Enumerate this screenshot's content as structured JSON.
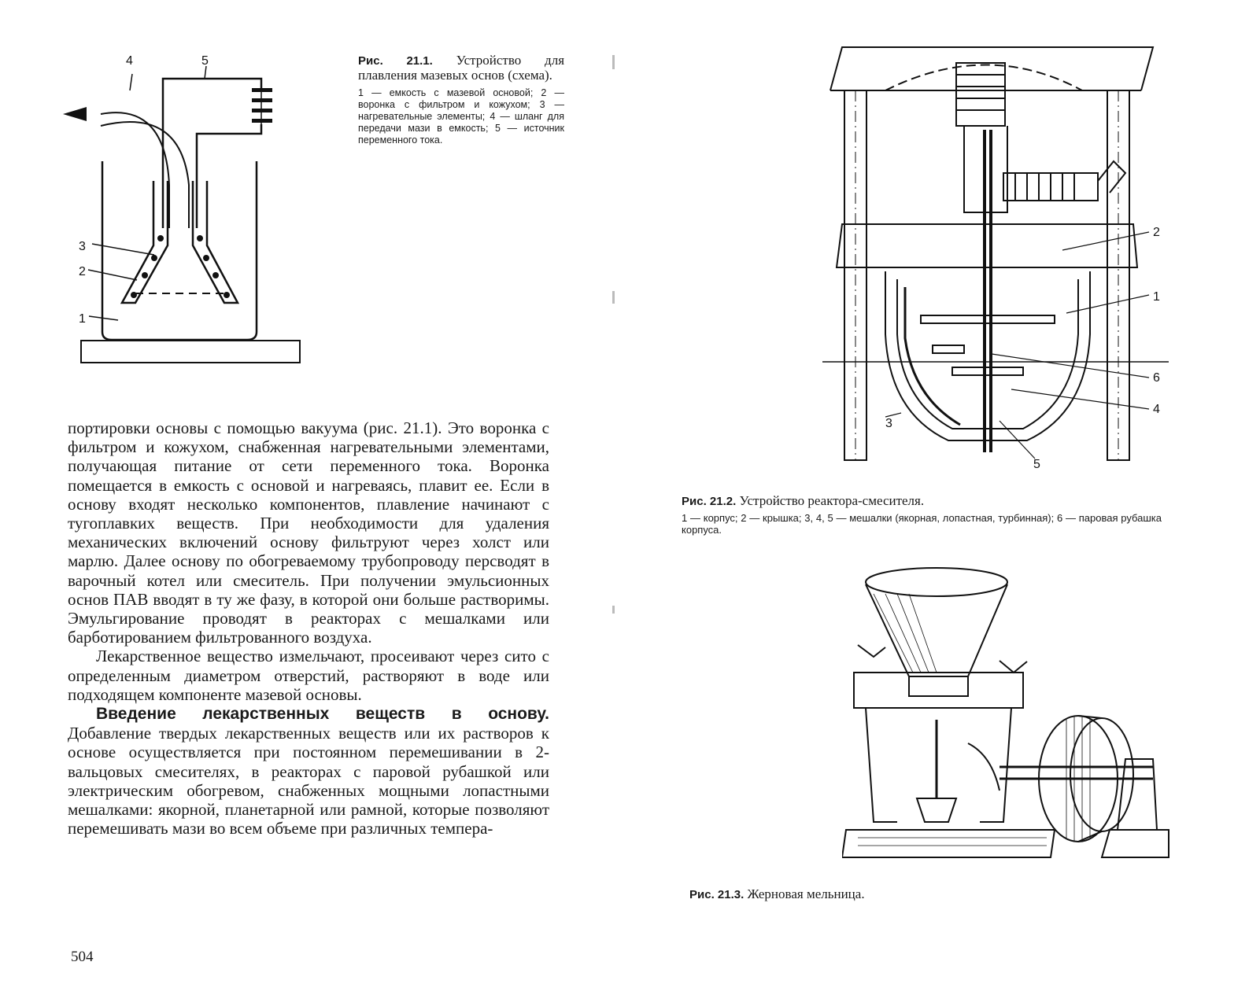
{
  "left_page": {
    "figure_21_1": {
      "labels": [
        "1",
        "2",
        "3",
        "4",
        "5"
      ],
      "caption_prefix": "Рис. 21.1.",
      "caption_title": "Устройство для плавления мазевых основ (схема).",
      "legend": "1 — емкость с мазевой основой; 2 — воронка с фильтром и кожухом; 3 — нагревательные элементы; 4 — шланг для передачи мази в емкость; 5 — источник переменного тока."
    },
    "body": {
      "p1": "портировки основы с помощью вакуума (рис. 21.1). Это воронка с фильтром и кожухом, снабженная нагревательными элементами, получающая питание от сети переменного тока. Воронка помещается в емкость с основой и нагреваясь, плавит ее. Если в основу входят несколько компонентов, плавление начинают с тугоплавких веществ. При необходимости для удаления механических включений основу фильтруют через холст или марлю. Далее основу по обогреваемому трубопроводу персводят в варочный котел или смеситель. При получении эмульсионных основ ПАВ вводят в ту же фазу, в которой они больше растворимы. Эмульгирование проводят в реакторах с мешалками или барботированием фильтрованного воздуха.",
      "p2": "Лекарственное вещество измельчают, просеивают через сито с определенным диаметром отверстий, растворяют в воде или подходящем компоненте мазевой основы.",
      "p3_heading": "Введение лекарственных веществ в основу.",
      "p3_text": " Добавление твердых лекарственных веществ или их растворов к основе осуществляется при постоянном перемешивании в 2-вальцовых смесителях, в реакторах с паровой рубашкой или электрическим обогревом, снабженных мощными лопастными мешалками: якорной, планетарной или рамной, которые позволяют перемешивать мази во всем объеме при различных темпера-"
    },
    "page_number": "504"
  },
  "right_page": {
    "figure_21_2": {
      "labels": [
        "1",
        "2",
        "3",
        "4",
        "5",
        "6"
      ],
      "caption_prefix": "Рис. 21.2.",
      "caption_title": "Устройство реактора-смесителя.",
      "legend": "1 — корпус; 2 — крышка; 3, 4, 5 — мешалки (якорная, лопастная, турбинная); 6 — паровая рубашка корпуса."
    },
    "figure_21_3": {
      "caption_prefix": "Рис. 21.3.",
      "caption_title": "Жерновая мельница."
    }
  }
}
